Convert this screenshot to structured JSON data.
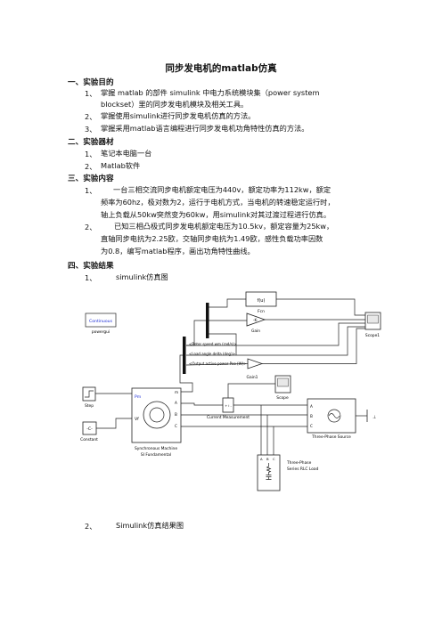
{
  "title": "同步发电机的matlab仿真",
  "sections": [
    {
      "heading": "一、实验目的"
    },
    {
      "heading": "二、实验器材"
    },
    {
      "heading": "三、实验内容"
    },
    {
      "heading": "四、实验结果"
    }
  ],
  "purpose": [
    {
      "num": "1、",
      "lines": [
        "掌握 matlab 的部件 simulink 中电力系统模块集（power system",
        "blockset）里的同步发电机模块及相关工具。"
      ]
    },
    {
      "num": "2、",
      "text": "掌握使用simulink进行同步发电机仿真的方法。"
    },
    {
      "num": "3、",
      "text": "掌握采用matlab语言编程进行同步发电机功角特性仿真的方法。"
    }
  ],
  "equipment": [
    {
      "num": "1、",
      "text": "笔记本电脑一台"
    },
    {
      "num": "2、",
      "text": "Matlab软件"
    }
  ],
  "content": [
    {
      "num": "1、",
      "lines": [
        "一台三相交流同步电机额定电压为440v，额定功率为112kw，额定",
        "频率为60hz，极对数为2，运行于电机方式，当电机的转速稳定运行时，",
        "轴上负载从50kw突然变为60kw，用simulink对其过渡过程进行仿真。"
      ]
    },
    {
      "num": "2、",
      "lines": [
        "已知三相凸极式同步发电机额定电压为10.5kv，额定容量为25kw，",
        "直轴同步电抗为2.25欧，交轴同步电抗为1.49欧，感性负载功率因数",
        "为0.8，编写matlab程序，画出功角特性曲线。"
      ]
    }
  ],
  "results": [
    {
      "num": "1、",
      "text": "simulink仿真图"
    },
    {
      "num": "2、",
      "text": "Simulink仿真结果图"
    }
  ],
  "diagram": {
    "powergui_label": "Continuous",
    "powergui_name": "powergui",
    "fcn_text": "f(u)",
    "fcn_name": "Fcn",
    "gain_text": "-K-",
    "gain_name": "Gain",
    "gain1_name": "Gain1",
    "scope1_name": "Scope1",
    "scope_name": "Scope",
    "bus_lines": [
      "<Rotor speed  wm (rad/s)>",
      "<Load angle  delta  (deg)>",
      "<Output active power Peo (W)>"
    ],
    "step_name": "Step",
    "constant_text": "-C-",
    "constant_name": "Constant",
    "machine_ports": [
      "Pm",
      "Vf",
      "m",
      "A",
      "B",
      "C"
    ],
    "machine_name_lines": [
      "Synchronous Machine",
      "SI Fundamental"
    ],
    "cm_text": "+ i -",
    "cm_name": "Current Measurement",
    "source_ports": [
      "A",
      "B",
      "C"
    ],
    "source_name": "Three-Phase Source",
    "load_ports": [
      "A",
      "B",
      "C"
    ],
    "load_name_lines": [
      "Three-Phase",
      "Series RLC Load"
    ]
  }
}
